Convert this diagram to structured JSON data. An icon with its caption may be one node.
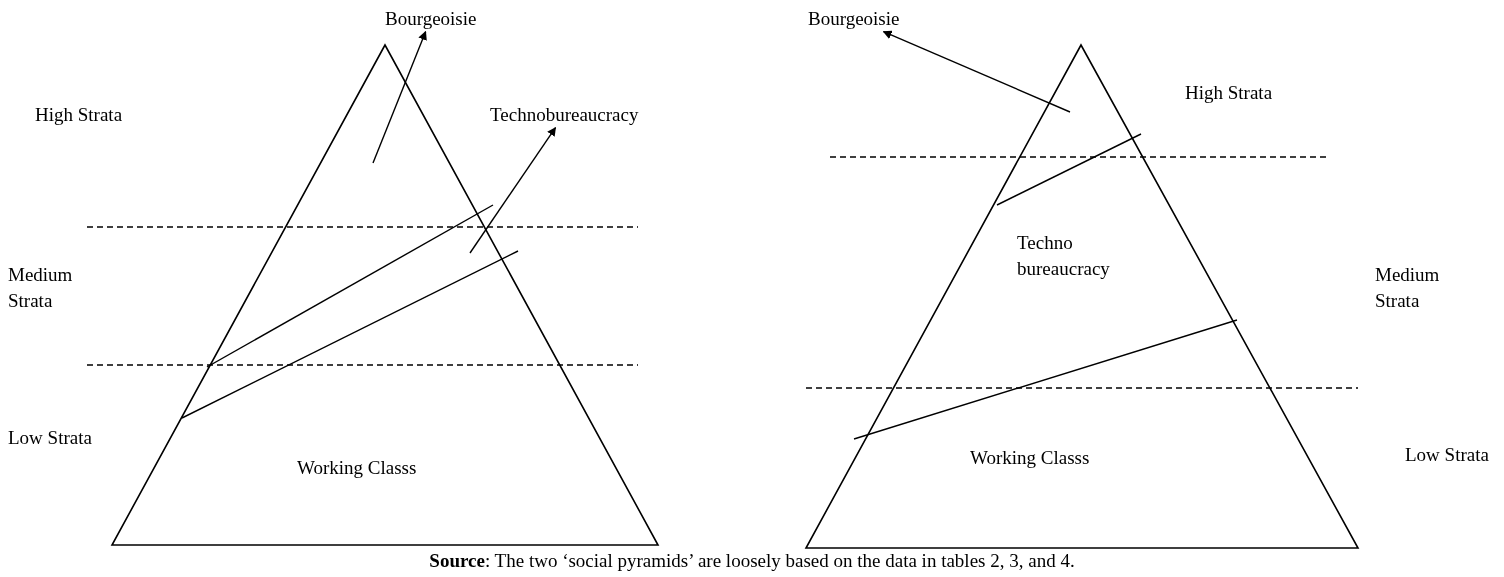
{
  "diagram": {
    "caption": "**Source**: The two ‘social pyramids’ are loosely based on the data in tables 2, 3, and 4.",
    "nodes": [
      {
        "text": [
          "High Strata"
        ]
      },
      {
        "text": [
          "Bourgeoisie"
        ]
      },
      {
        "text": [
          "Technobureaucracy"
        ]
      },
      {
        "text": [
          "Medium Strata"
        ]
      },
      {
        "text": [
          "Low Strata"
        ]
      },
      {
        "text": [
          "Working Classs"
        ]
      },
      {
        "text": [
          "Bourgeoisie"
        ]
      },
      {
        "text": [
          "Techno bureaucracy",
          "Working Classs"
        ]
      },
      {
        "text": [
          "High Strata"
        ]
      },
      {
        "text": [
          "Medium Strata"
        ]
      },
      {
        "text": [
          "Low Strata"
        ]
      }
    ],
    "edges": [
      {
        "from": 5,
        "to": 1,
        "arrow": "to"
      },
      {
        "from": 5,
        "to": 2,
        "arrow": "to"
      },
      {
        "from": 7,
        "to": 6,
        "arrow": "to"
      }
    ]
  }
}
